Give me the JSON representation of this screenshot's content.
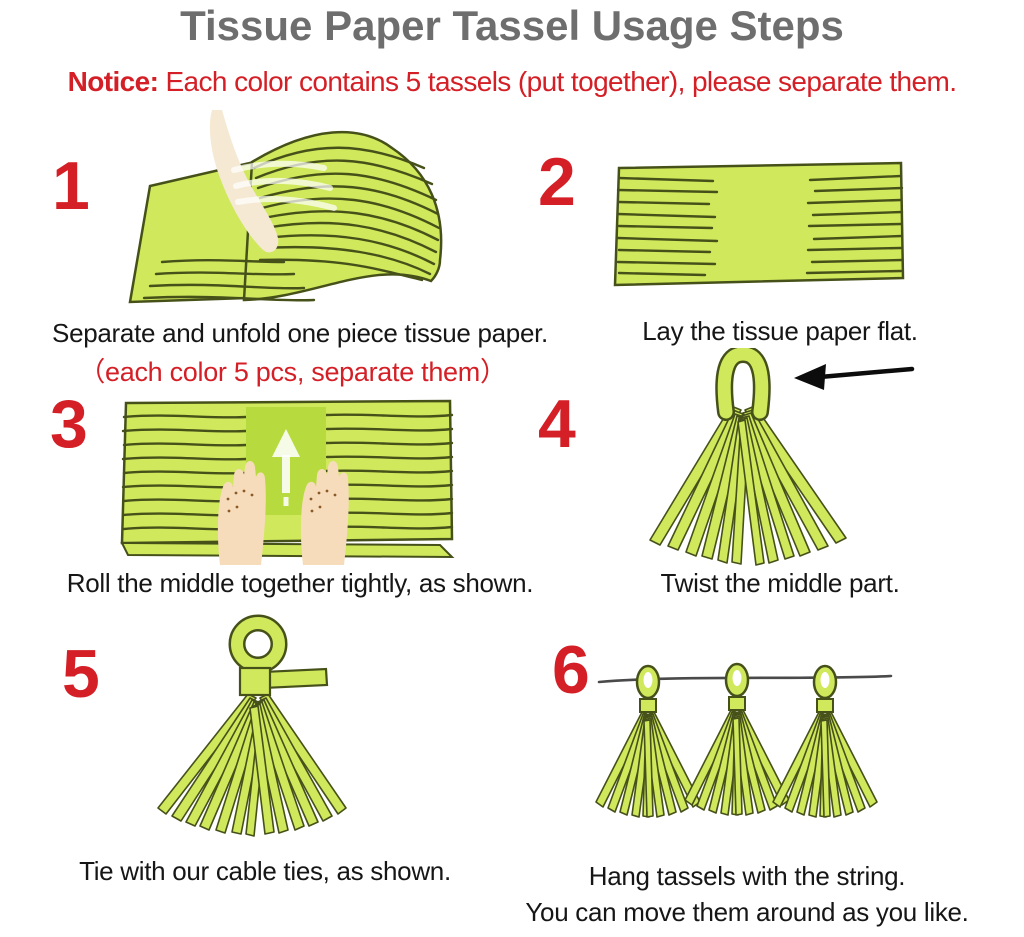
{
  "title": "Tissue Paper Tassel Usage Steps",
  "notice": {
    "label": "Notice:",
    "rest": " Each color contains 5 tassels (put together), please separate them."
  },
  "colors": {
    "lime": "#cfe85c",
    "lime_dark": "#b7db3e",
    "outline": "#46511a",
    "red": "#d41f26",
    "title_gray": "#6e6e6e",
    "hand": "#f6dcba",
    "arm": "#f5e9d3",
    "string": "#4a4a4a"
  },
  "steps": [
    {
      "number": "1",
      "caption": "Separate and unfold one piece tissue paper.",
      "subcaption": "（each color 5 pcs, separate them）",
      "illustration": "hand-separating-folded-fringed-tissue"
    },
    {
      "number": "2",
      "caption": "Lay the tissue paper flat.",
      "illustration": "flat-fringed-tissue-sheet"
    },
    {
      "number": "3",
      "caption": "Roll the middle together tightly, as shown.",
      "illustration": "hands-rolling-middle-of-fringed-sheet"
    },
    {
      "number": "4",
      "caption": "Twist the middle part.",
      "illustration": "twisted-tassel-loop-with-arrow"
    },
    {
      "number": "5",
      "caption": "Tie with our cable ties, as shown.",
      "illustration": "tassel-loop-tied-with-cable-tie"
    },
    {
      "number": "6",
      "caption": "Hang tassels with the string.",
      "caption2": "You can move them around as you like.",
      "illustration": "three-tassels-hanging-on-string"
    }
  ]
}
